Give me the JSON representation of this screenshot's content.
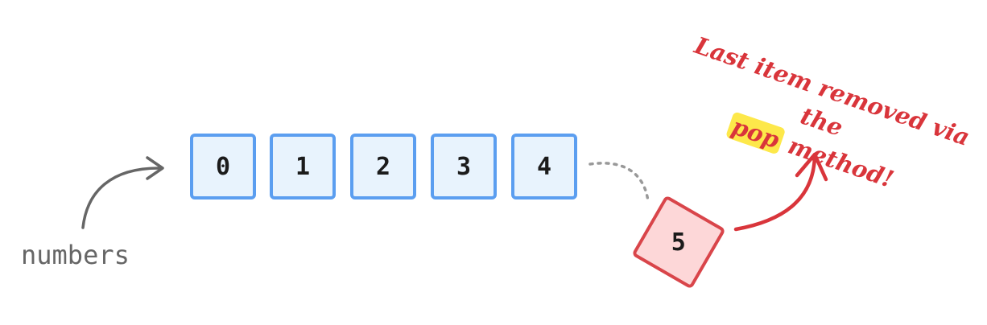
{
  "array": {
    "items": [
      "0",
      "1",
      "2",
      "3",
      "4"
    ]
  },
  "popped_item": "5",
  "variable_label": "numbers",
  "annotation": {
    "before": "Last item removed via the",
    "highlight": "pop",
    "after": "method!"
  },
  "colors": {
    "cell_border": "#5b9ef0",
    "cell_fill": "#e8f3fd",
    "popped_border": "#d9454a",
    "popped_fill": "#fdd7d8",
    "annotation": "#d9353b",
    "highlight": "#fde84a",
    "pointer_arrow": "#666666"
  }
}
